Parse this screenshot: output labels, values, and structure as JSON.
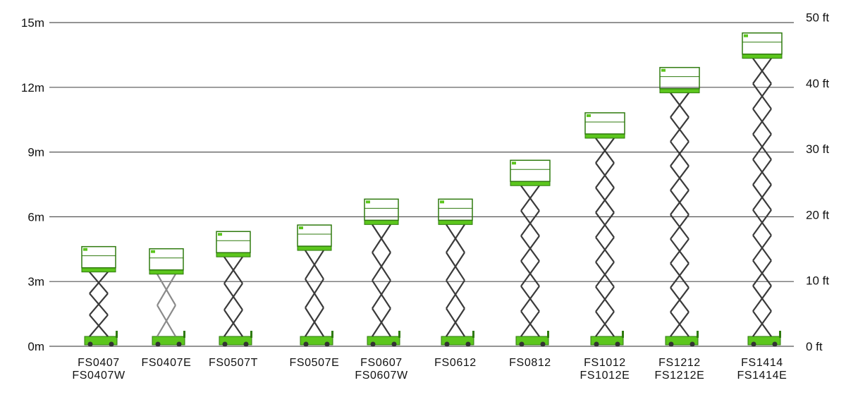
{
  "chart_data": {
    "type": "bar",
    "title": "",
    "xlabel": "",
    "ylabel": "",
    "y_unit_left": "m",
    "y_unit_right": "ft",
    "ylim": [
      0,
      15
    ],
    "grid": true,
    "left_ticks": [
      "0m",
      "3m",
      "6m",
      "9m",
      "12m",
      "15m"
    ],
    "left_tick_values": [
      0,
      3,
      6,
      9,
      12,
      15
    ],
    "right_ticks": [
      "0 ft",
      "10 ft",
      "20 ft",
      "30 ft",
      "40 ft",
      "50 ft"
    ],
    "right_tick_values_ft": [
      0,
      10,
      20,
      30,
      40,
      50
    ],
    "categories": [
      [
        "FS0407",
        "FS0407W"
      ],
      [
        "FS0407E"
      ],
      [
        "FS0507T"
      ],
      [
        "FS0507E"
      ],
      [
        "FS0607",
        "FS0607W"
      ],
      [
        "FS0612"
      ],
      [
        "FS0812"
      ],
      [
        "FS1012",
        "FS1012E"
      ],
      [
        "FS1212",
        "FS1212E"
      ],
      [
        "FS1414",
        "FS1414E"
      ]
    ],
    "values": [
      3.9,
      3.8,
      4.6,
      4.9,
      6.1,
      6.1,
      7.9,
      10.1,
      12.2,
      13.8
    ],
    "colors": {
      "platform_green": "#5cc61d",
      "platform_dark": "#2f7a0e",
      "scissor_dark": "#3a3a3a",
      "scissor_gray": "#8a8a8a",
      "grid": "#555555"
    },
    "icon": "scissor-lift-icon"
  }
}
